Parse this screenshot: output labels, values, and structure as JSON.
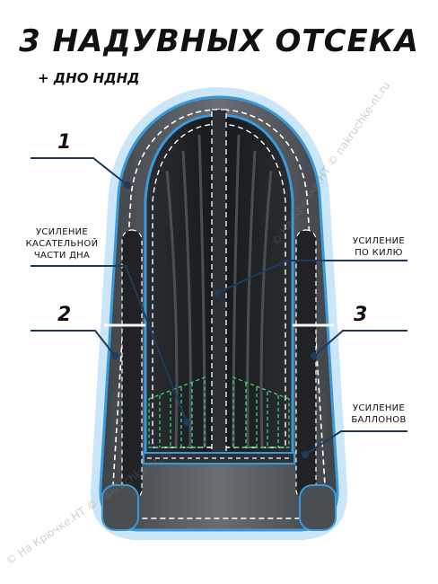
{
  "title": "3 НАДУВНЫХ ОТСЕКА",
  "subtitle": "+ ДНО НДНД",
  "callouts": {
    "compartment_1": "1",
    "compartment_2": "2",
    "compartment_3": "3",
    "bottom_reinforcement": "УСИЛЕНИЕ КАСАТЕЛЬНОЙ ЧАСТИ ДНА",
    "keel_reinforcement": "УСИЛЕНИЕ ПО КИЛЮ",
    "tube_reinforcement": "УСИЛЕНИЕ БАЛЛОНОВ"
  },
  "watermarks": {
    "left": "© На Крючке.НТ © nakruchke-nt.ru",
    "right": "© На Крючке.НТ © nakruchke-nt.ru"
  },
  "colors": {
    "outline_blue": "#3a9ad9",
    "leader_navy": "#1f3a5f",
    "tube_gray": "#55595e",
    "floor_dark": "#1c1e21",
    "reinforcement_green": "#3cc47a"
  }
}
